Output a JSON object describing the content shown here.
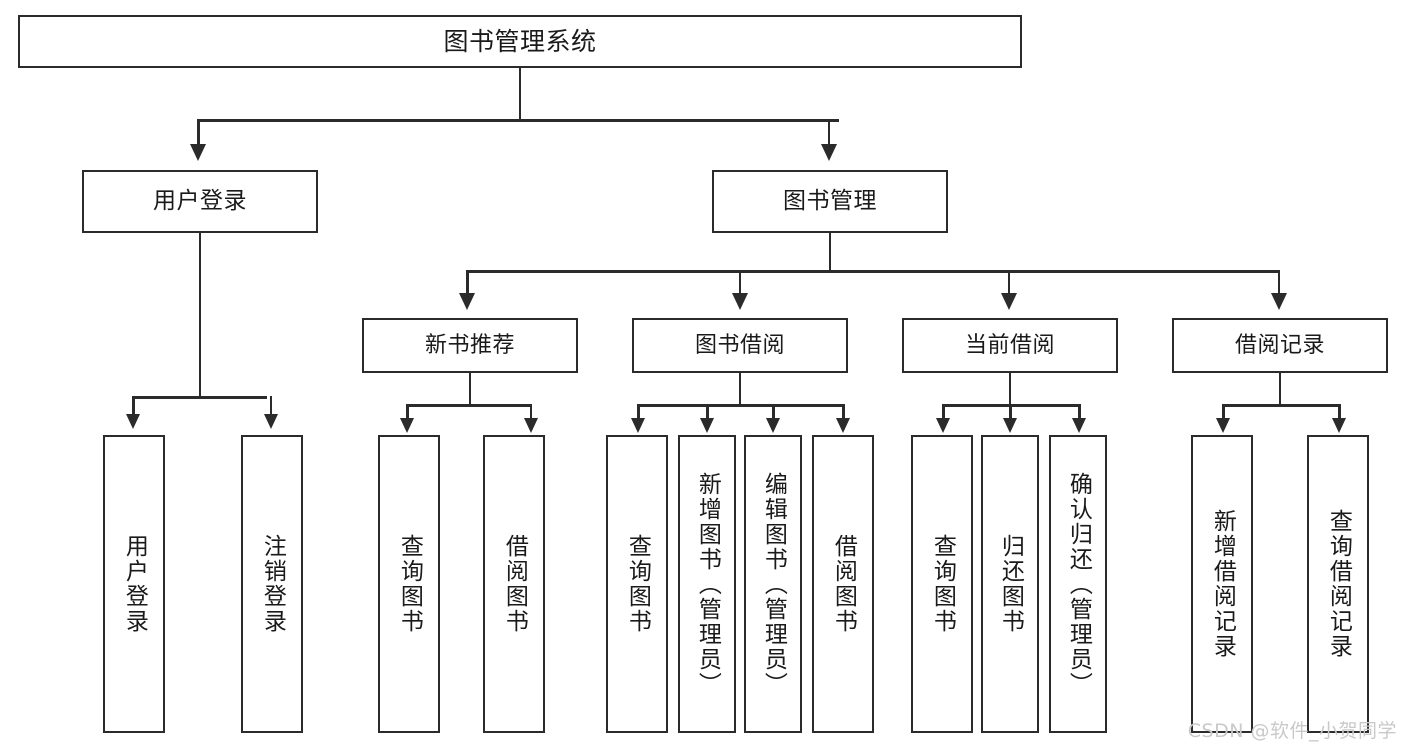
{
  "diagram": {
    "type": "tree",
    "title": "图书管理系统",
    "root": {
      "label": "图书管理系统"
    },
    "level2": [
      {
        "label": "用户登录"
      },
      {
        "label": "图书管理"
      }
    ],
    "level3": [
      {
        "label": "新书推荐"
      },
      {
        "label": "图书借阅"
      },
      {
        "label": "当前借阅"
      },
      {
        "label": "借阅记录"
      }
    ],
    "leaves": {
      "user_login": [
        {
          "label": "用户登录"
        },
        {
          "label": "注销登录"
        }
      ],
      "new_book_recommend": [
        {
          "label": "查询图书"
        },
        {
          "label": "借阅图书"
        }
      ],
      "book_borrow": [
        {
          "label": "查询图书"
        },
        {
          "label": "新增图书（管理员）"
        },
        {
          "label": "编辑图书（管理员）"
        },
        {
          "label": "借阅图书"
        }
      ],
      "current_borrow": [
        {
          "label": "查询图书"
        },
        {
          "label": "归还图书"
        },
        {
          "label": "确认归还（管理员）"
        }
      ],
      "borrow_record": [
        {
          "label": "新增借阅记录"
        },
        {
          "label": "查询借阅记录"
        }
      ]
    }
  },
  "watermark": {
    "text": "CSDN @软件_小贺同学"
  },
  "colors": {
    "stroke": "#2b2b2b",
    "background": "#ffffff",
    "text": "#1a1a1a",
    "watermark": "#c9c9c9"
  }
}
